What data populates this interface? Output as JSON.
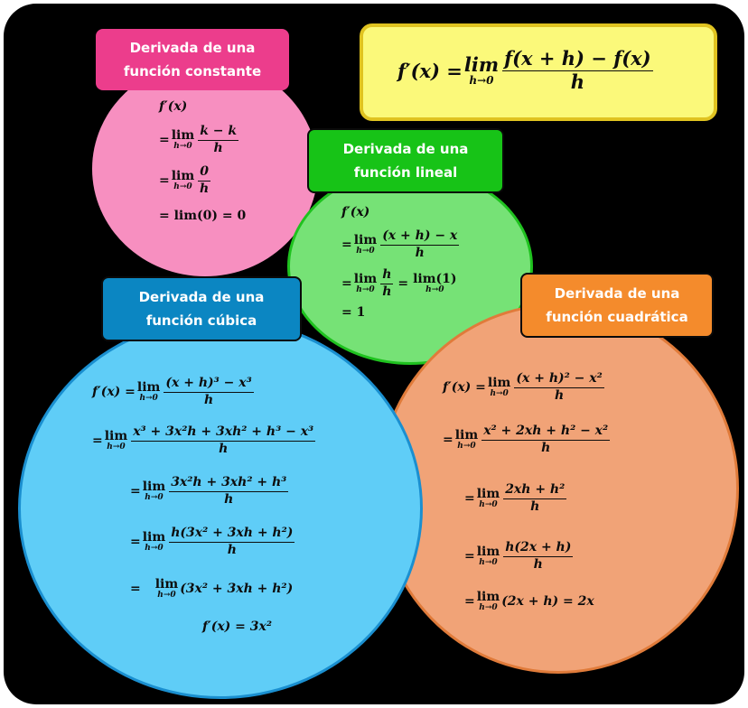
{
  "main_formula": {
    "lhs": "f′(x) =",
    "lim": "lim",
    "sub": "h→0",
    "num": "f(x + h) − f(x)",
    "den": "h"
  },
  "constante": {
    "title": "Derivada de una\nfunción constante",
    "l1": "f′(x)",
    "eq": "=",
    "lim": "lim",
    "sub": "h→0",
    "l2_num": "k − k",
    "l2_den": "h",
    "l3_num": "0",
    "l3_den": "h",
    "l4": "= lim(0) = 0"
  },
  "lineal": {
    "title": "Derivada de una\nfunción lineal",
    "l1": "f′(x)",
    "eq": "=",
    "lim": "lim",
    "sub": "h→0",
    "l2_num": "(x + h) − x",
    "l2_den": "h",
    "l3_num": "h",
    "l3_den": "h",
    "l3_tail": "lim(1)",
    "l4": "= 1"
  },
  "cubica": {
    "title": "Derivada de una\nfunción cúbica",
    "lhs": "f′(x) =",
    "eq": "=",
    "lim": "lim",
    "sub": "h→0",
    "l1_num": "(x + h)³ − x³",
    "l1_den": "h",
    "l2_num": "x³ + 3x²h + 3xh² + h³ − x³",
    "l2_den": "h",
    "l3_num": "3x²h + 3xh² + h³",
    "l3_den": "h",
    "l4_num": "h(3x² + 3xh + h²)",
    "l4_den": "h",
    "l5_tail": "(3x² + 3xh + h²)",
    "result": "f′(x) = 3x²"
  },
  "cuadratica": {
    "title": "Derivada de una\nfunción cuadrática",
    "lhs": "f′(x) =",
    "eq": "=",
    "lim": "lim",
    "sub": "h→0",
    "l1_num": "(x + h)² − x²",
    "l1_den": "h",
    "l2_num": "x² + 2xh + h² − x²",
    "l2_den": "h",
    "l3_num": "2xh + h²",
    "l3_den": "h",
    "l4_num": "h(2x + h)",
    "l4_den": "h",
    "l5_tail": "(2x + h) = 2x"
  },
  "colors": {
    "pink": "#f78fc0",
    "pink_tag": "#ec3d8c",
    "green": "#76e276",
    "green_tag": "#17c317",
    "blue": "#5fcdf7",
    "blue_tag": "#0b86c2",
    "orange": "#f1a377",
    "orange_tag": "#f48b2c",
    "yellow": "#fbf97a",
    "yellow_border": "#e0c320"
  }
}
